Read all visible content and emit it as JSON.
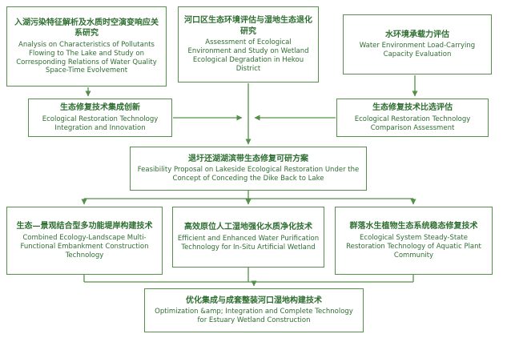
{
  "diagram": {
    "colors": {
      "box_border": "#55904a",
      "text": "#2e6e31",
      "arrow": "#55904a",
      "background": "#ffffff"
    },
    "nodes": [
      {
        "name": "top-left",
        "cn": "入湖污染特征解析及水质时空演变响应关系研究",
        "en": "Analysis on Characteristics of Pollutants Flowing to The Lake and Study on Corresponding Relations of Water Quality Space-Time Evolvement"
      },
      {
        "name": "top-middle",
        "cn": "河口区生态环境评估与湿地生态退化研究",
        "en": "Assessment of Ecological Environment and Study on Wetland Ecological Degradation in Hekou District"
      },
      {
        "name": "top-right",
        "cn": "水环境承载力评估",
        "en": "Water Environment Load-Carrying Capacity Evaluation"
      },
      {
        "name": "mid-left",
        "cn": "生态修复技术集成创新",
        "en": "Ecological Restoration Technology Integration and Innovation"
      },
      {
        "name": "mid-right",
        "cn": "生态修复技术比选评估",
        "en": "Ecological Restoration Technology Comparison Assessment"
      },
      {
        "name": "center",
        "cn": "退圩还湖湖滨带生态修复可研方案",
        "en": "Feasibility Proposal on Lakeside Ecological Restoration Under the Concept of Conceding the Dike Back to Lake"
      },
      {
        "name": "lower-left",
        "cn": "生态—景观结合型多功能堤岸构建技术",
        "en": "Combined Ecology-Landscape Multi-Functional Embankment Construction Technology"
      },
      {
        "name": "lower-middle",
        "cn": "高效原位人工湿地强化水质净化技术",
        "en": "Efficient and Enhanced Water Purification Technology for In-Situ Artificial Wetland"
      },
      {
        "name": "lower-right",
        "cn": "群落水生植物生态系统稳态修复技术",
        "en": "Ecological System Steady-State Restoration Technology of Aquatic Plant Community"
      },
      {
        "name": "bottom",
        "cn": "优化集成与成套整装河口湿地构建技术",
        "en": "Optimization &amp; Integration and Complete Technology for Estuary Wetland Construction"
      }
    ]
  }
}
